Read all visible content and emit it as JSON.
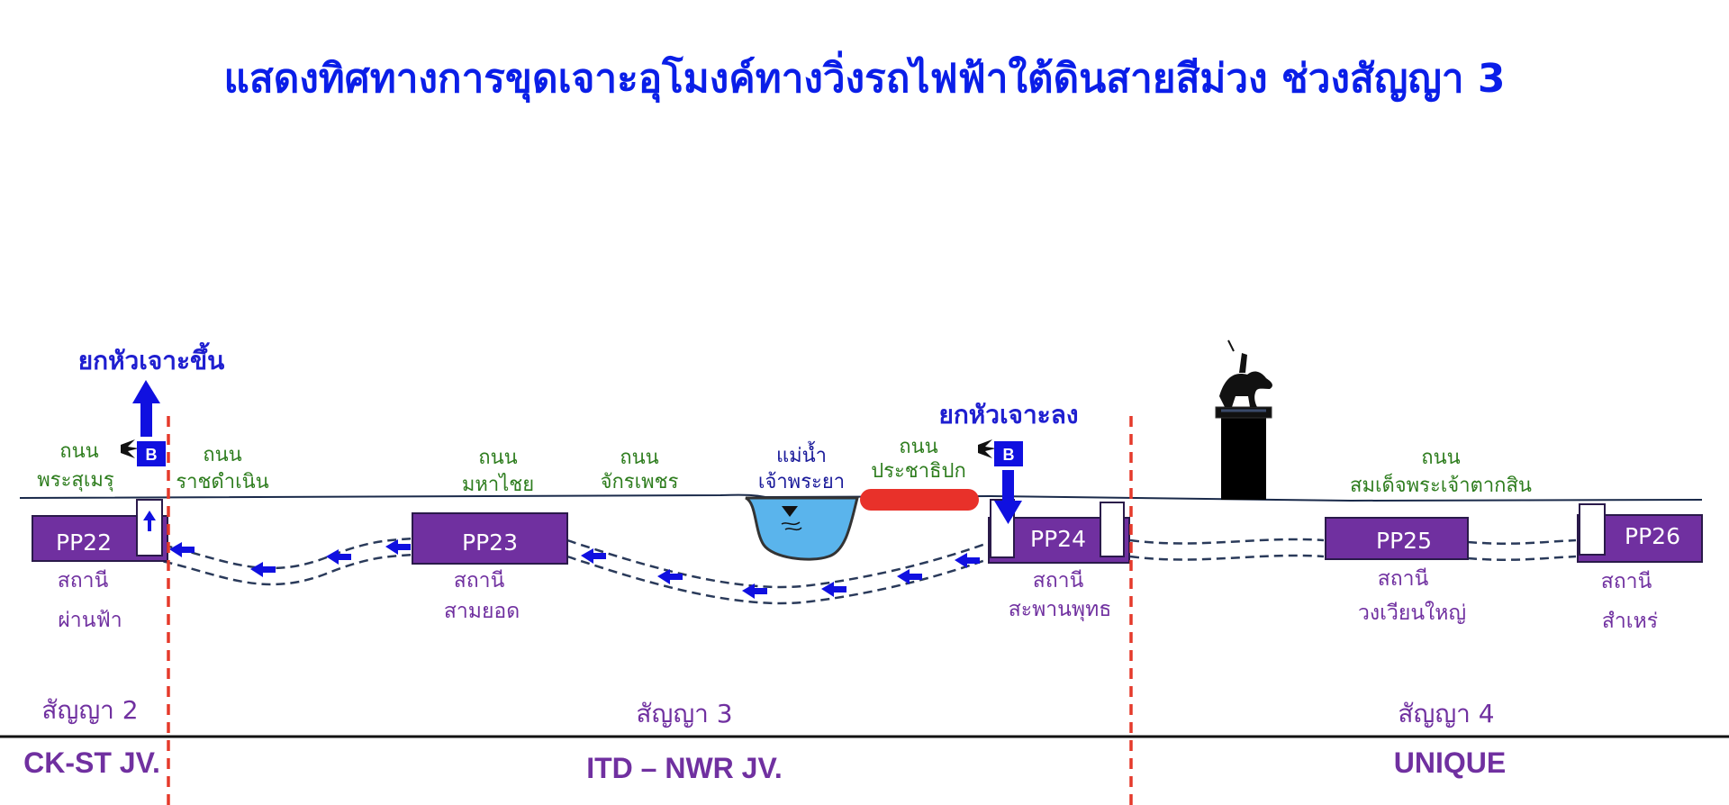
{
  "title": "แสดงทิศทางการขุดเจาะอุโมงค์ทางวิ่งรถไฟฟ้าใต้ดินสายสีม่วง ช่วงสัญญา 3",
  "labels": {
    "lift_up": "ยกหัวเจาะขึ้น",
    "lower_down": "ยกหัวเจาะลง",
    "b_marker": "B"
  },
  "roads": {
    "phra_sumen": [
      "ถนน",
      "พระสุเมรุ"
    ],
    "ratchadamnoen": [
      "ถนน",
      "ราชดำเนิน"
    ],
    "maha_chai": [
      "ถนน",
      "มหาไชย"
    ],
    "chakkraphet": [
      "ถนน",
      "จักรเพชร"
    ],
    "prachathipok": [
      "ถนน",
      "ประชาธิปก"
    ],
    "taksin": [
      "ถนน",
      "สมเด็จพระเจ้าตากสิน"
    ]
  },
  "river": [
    "แม่น้ำ",
    "เจ้าพระยา"
  ],
  "stations": [
    {
      "code": "PP22",
      "line1": "สถานี",
      "line2": "ผ่านฟ้า"
    },
    {
      "code": "PP23",
      "line1": "สถานี",
      "line2": "สามยอด"
    },
    {
      "code": "PP24",
      "line1": "สถานี",
      "line2": "สะพานพุทธ"
    },
    {
      "code": "PP25",
      "line1": "สถานี",
      "line2": "วงเวียนใหญ่"
    },
    {
      "code": "PP26",
      "line1": "สถานี",
      "line2": "สำเหร่"
    }
  ],
  "contracts": [
    {
      "name": "สัญญา 2",
      "company": "CK-ST JV."
    },
    {
      "name": "สัญญา 3",
      "company": "ITD – NWR JV."
    },
    {
      "name": "สัญญา 4",
      "company": "UNIQUE"
    }
  ],
  "colors": {
    "title": "#0a1ee8",
    "station_box": "#7030a0",
    "road_text": "#2e7d1e",
    "contract_line": "#e53a2b",
    "arrow": "#1010e0",
    "river": "#5ab4ec",
    "obstacle": "#e8312a"
  }
}
